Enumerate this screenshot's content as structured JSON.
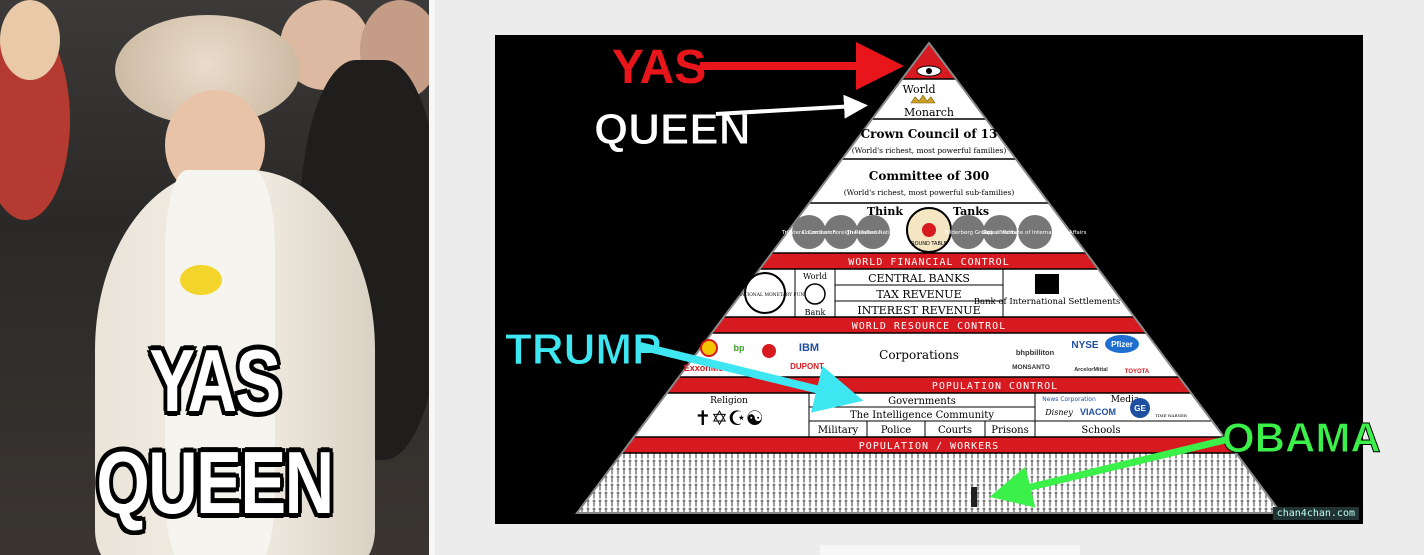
{
  "meme": {
    "caption": "YAS QUEEN"
  },
  "annotations": {
    "yas": "YAS",
    "queen": "QUEEN",
    "trump": "TRUMP",
    "obama": "OBAMA"
  },
  "pyramid": {
    "top": {
      "line1": "World",
      "line2": "Monarch"
    },
    "crown": {
      "title": "Crown Council of 13",
      "sub": "(World's richest, most powerful families)"
    },
    "committee": {
      "title": "Committee of 300",
      "sub": "(World's richest, most powerful sub-families)"
    },
    "think_tanks": {
      "word1": "Think",
      "word2": "Tanks",
      "round_table": "ROUND TABLE",
      "circles": [
        "Trilateral Comission",
        "Council on Foreign Relations",
        "The United Nations",
        "Bilderberg Group",
        "Club of Rome",
        "Royal Institute of International Affairs"
      ]
    },
    "financial_band": "WORLD FINANCIAL CONTROL",
    "financial": {
      "imf": "INTERNATIONAL MONETARY FUND",
      "world": "World",
      "bank": "Bank",
      "rows": [
        "CENTRAL BANKS",
        "TAX REVENUE",
        "INTEREST REVENUE"
      ],
      "bis": "Bank of International Settlements"
    },
    "resource_band": "WORLD RESOURCE CONTROL",
    "resource": {
      "corporations": "Corporations",
      "logos_left": [
        "bp",
        "IBM",
        "ExxonMobil",
        "DUPONT"
      ],
      "logos_right": [
        "bhpbilliton",
        "NYSE",
        "Pfizer",
        "MONSANTO",
        "ArcelorMittal",
        "TOYOTA"
      ]
    },
    "population_control_band": "POPULATION CONTROL",
    "control": {
      "religion": "Religion",
      "governments": "Governments",
      "intelligence": "The Intelligence Community",
      "cells": [
        "Military",
        "Police",
        "Courts",
        "Prisons"
      ],
      "news": "News Corporation",
      "media": "Media",
      "disney": "Disney",
      "viacom": "VIACOM",
      "ge": "GE",
      "timewarner": "TIME WARNER",
      "schools": "Schools"
    },
    "workers_band": "POPULATION / WORKERS",
    "watermark": "chan4chan.com"
  }
}
